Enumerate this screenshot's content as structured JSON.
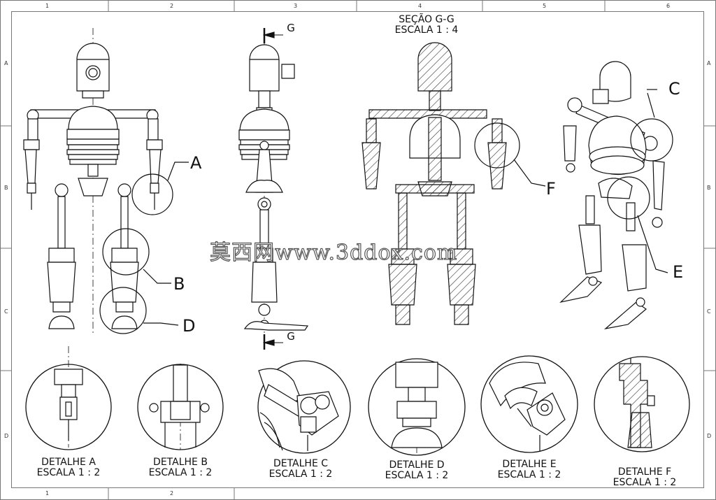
{
  "zones": {
    "cols": [
      "1",
      "2",
      "3",
      "4",
      "5",
      "6"
    ],
    "rows": [
      "A",
      "B",
      "C",
      "D"
    ]
  },
  "section": {
    "title": "SEÇÃO G-G",
    "scale": "ESCALA 1 : 4",
    "cut_letter": "G"
  },
  "callouts": [
    "A",
    "B",
    "C",
    "D",
    "E",
    "F"
  ],
  "details": [
    {
      "title": "DETALHE A",
      "scale": "ESCALA 1 : 2"
    },
    {
      "title": "DETALHE B",
      "scale": "ESCALA 1 : 2"
    },
    {
      "title": "DETALHE C",
      "scale": "ESCALA 1 : 2"
    },
    {
      "title": "DETALHE D",
      "scale": "ESCALA 1 : 2"
    },
    {
      "title": "DETALHE E",
      "scale": "ESCALA 1 : 2"
    },
    {
      "title": "DETALHE F",
      "scale": "ESCALA 1 : 2"
    }
  ],
  "watermark": "莫西网www.3ddox.com",
  "colors": {
    "line": "#111111",
    "frame": "#777777",
    "hatch": "#333333"
  }
}
